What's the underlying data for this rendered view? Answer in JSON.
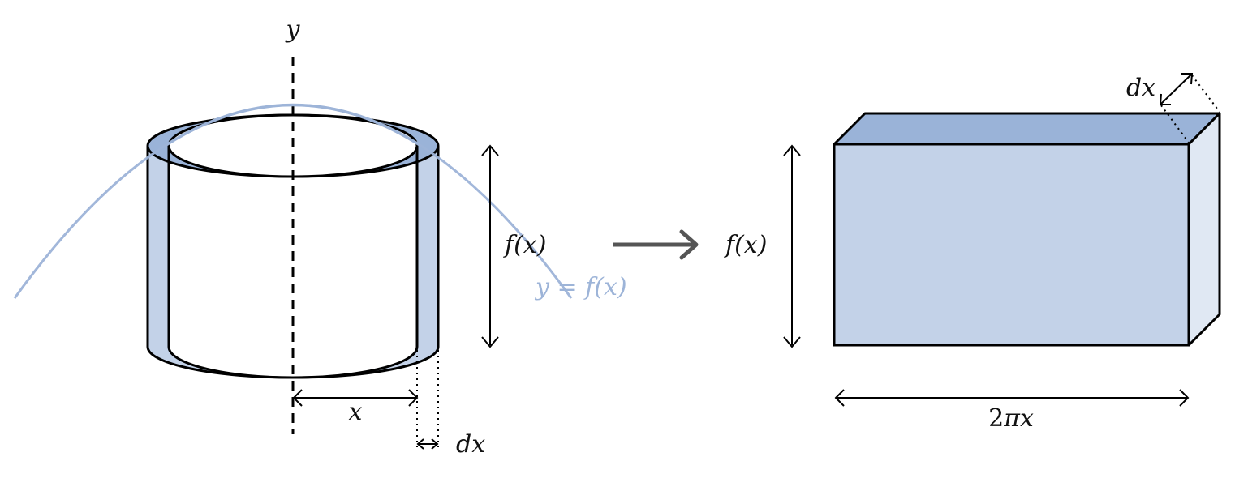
{
  "labels": {
    "y_axis": "y",
    "height_left": "f(x)",
    "curve": "y = f(x)",
    "radius": "x",
    "thickness_left": "dx",
    "height_right": "f(x)",
    "thickness_right": "dx",
    "width_number": "2",
    "width_pi": "π",
    "width_var": "x"
  },
  "colors": {
    "accent_curve": "#9db4d8",
    "shell_fill": "#c3d2e8",
    "top_face": "#9ab3d8",
    "side_face": "#e0e8f3",
    "arrow": "#555555",
    "stroke": "#000000"
  },
  "icons": {
    "transform_arrow": "right-arrow-icon"
  }
}
